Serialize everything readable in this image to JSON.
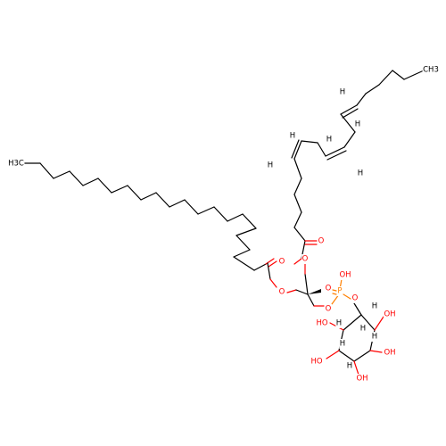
{
  "molecule": {
    "atom_labels": {
      "ch3_top": "CH3",
      "ch3_left": "H3C",
      "h": "H",
      "o": "O",
      "oh": "OH",
      "ho": "HO",
      "p": "P"
    },
    "colors": {
      "carbon": "#000000",
      "oxygen": "#ff0000",
      "phosphorus": "#ff8000",
      "background": "#ffffff"
    }
  }
}
